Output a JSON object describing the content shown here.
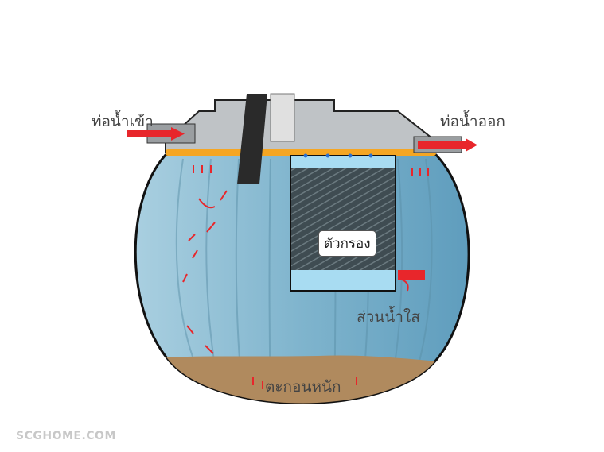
{
  "labels": {
    "inlet_pipe": "ท่อน้ำเข้า",
    "outlet_pipe": "ท่อน้ำออก",
    "filter": "ตัวกรอง",
    "clear_water": "ส่วนน้ำใส",
    "heavy_sediment": "ตะกอนหนัก"
  },
  "watermark": "SCGHOME.COM",
  "colors": {
    "arrow": "#e8262b",
    "water": "#8fc3dc",
    "sediment": "#b08a5e",
    "seal": "#f5a623"
  }
}
